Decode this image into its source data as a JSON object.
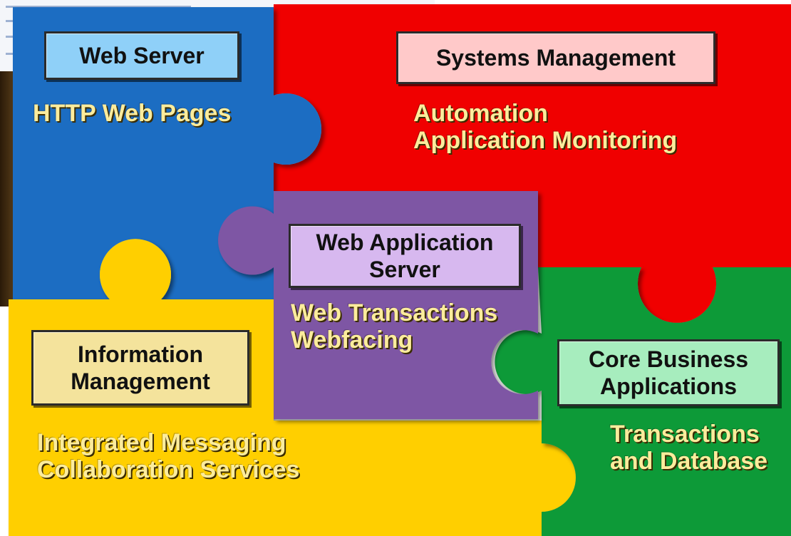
{
  "colors": {
    "blue": "#1b6dc2",
    "red": "#f00000",
    "purple": "#7e57a4",
    "yellow": "#ffcf00",
    "green": "#0f9a38",
    "label_blue": "#8fd0f8",
    "label_pink": "#ffc9c9",
    "label_lavender": "#d7b8ef",
    "label_tan": "#f4e39c",
    "label_green": "#a7edbe",
    "caption": "#fcec9c"
  },
  "pieces": {
    "web_server": {
      "title": "Web Server",
      "lines": [
        "HTTP Web Pages"
      ]
    },
    "systems_management": {
      "title": "Systems Management",
      "lines": [
        "Automation",
        "Application Monitoring"
      ]
    },
    "web_application_server": {
      "title_lines": [
        "Web Application",
        "Server"
      ],
      "lines": [
        "Web Transactions",
        "Webfacing"
      ]
    },
    "information_management": {
      "title_lines": [
        "Information",
        "Management"
      ],
      "lines": [
        "Integrated Messaging",
        "Collaboration Services"
      ]
    },
    "core_business_applications": {
      "title_lines": [
        "Core Business",
        "Applications"
      ],
      "lines": [
        "Transactions",
        "and Database"
      ]
    }
  }
}
